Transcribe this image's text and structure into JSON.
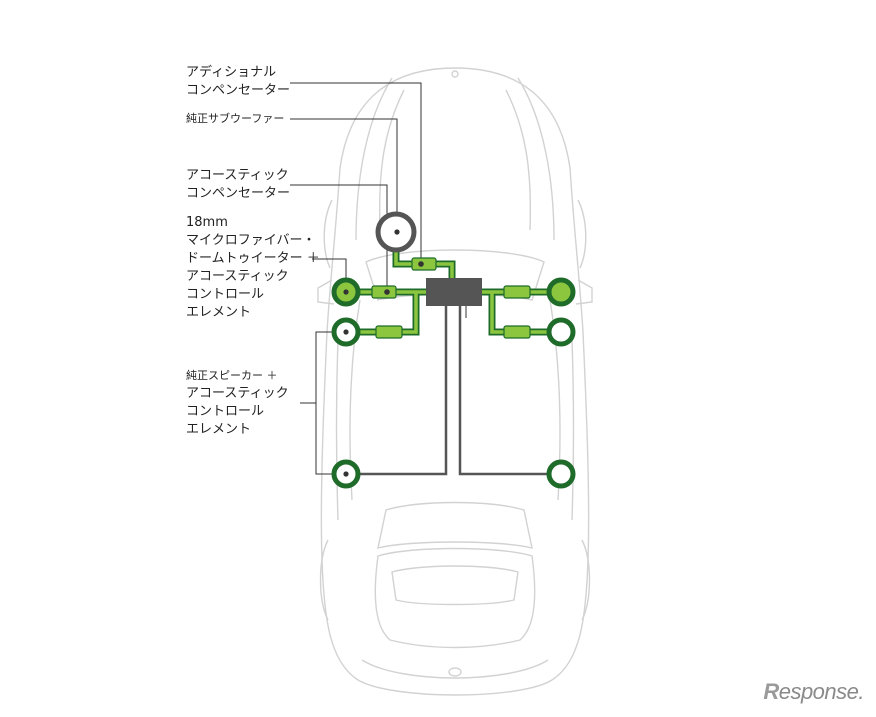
{
  "labels": {
    "additional_compensator": [
      "アディショナル",
      "コンペンセーター"
    ],
    "genuine_subwoofer": [
      "純正サブウーファー"
    ],
    "acoustic_compensator": [
      "アコースティック",
      "コンペンセーター"
    ],
    "tweeter_group": [
      "18mm",
      "マイクロファイバー・",
      "ドームトゥイーター ＋",
      "アコースティック",
      "コントロール",
      "エレメント"
    ],
    "speaker_group": [
      "純正スピーカー ＋",
      "アコースティック",
      "コントロール",
      "エレメント"
    ]
  },
  "watermark": {
    "mark": "R",
    "text": "esponse."
  },
  "colors": {
    "green_dark": "#1e6b2a",
    "green_light": "#8cc63f",
    "cable_gray": "#555555",
    "amp_gray": "#555555",
    "car_outline": "#d2d2d2",
    "leader_line": "#333333"
  }
}
